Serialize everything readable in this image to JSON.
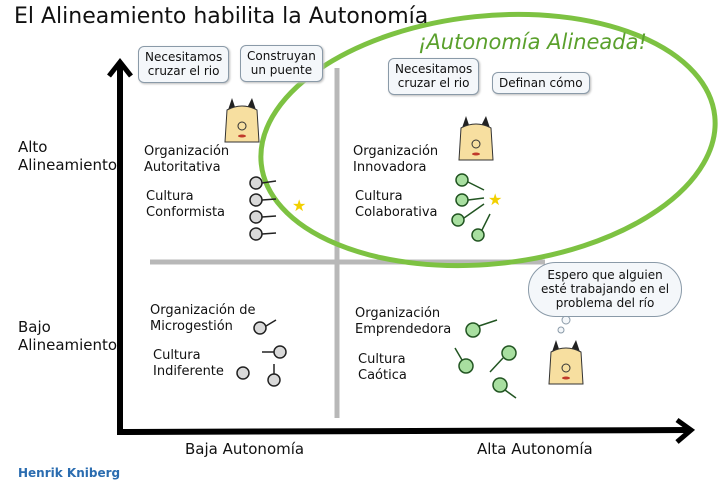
{
  "title": "El Alineamiento habilita la Autonomía",
  "highlight_label": "¡Autonomía Alineada!",
  "y_axis": {
    "high": [
      "Alto",
      "Alineamiento"
    ],
    "low": [
      "Bajo",
      "Alineamiento"
    ]
  },
  "x_axis": {
    "low": "Baja Autonomía",
    "high": "Alta Autonomía"
  },
  "quadrants": {
    "top_left": {
      "org": [
        "Organización",
        "Autoritativa"
      ],
      "culture": [
        "Cultura",
        "Conformista"
      ],
      "bubbles": [
        [
          "Necesitamos",
          "cruzar el rio"
        ],
        [
          "Construyan",
          "un puente"
        ]
      ]
    },
    "top_right": {
      "org": [
        "Organización",
        "Innovadora"
      ],
      "culture": [
        "Cultura",
        "Colaborativa"
      ],
      "bubbles": [
        [
          "Necesitamos",
          "cruzar el rio"
        ],
        [
          "Definan cómo"
        ]
      ]
    },
    "bottom_left": {
      "org": [
        "Organización de",
        "Microgestión"
      ],
      "culture": [
        "Cultura",
        "Indiferente"
      ]
    },
    "bottom_right": {
      "org": [
        "Organización",
        "Emprendedora"
      ],
      "culture": [
        "Cultura",
        "Caótica"
      ],
      "thought": [
        "Espero que alguien",
        "esté trabajando en el",
        "problema del río"
      ]
    }
  },
  "author": "Henrik Kniberg",
  "colors": {
    "green": "#7dc242",
    "grey": "#b8b8b8",
    "face_grey": "#d9d9d9",
    "face_green": "#a8dfa0",
    "boss_skin": "#f7dfa0"
  }
}
